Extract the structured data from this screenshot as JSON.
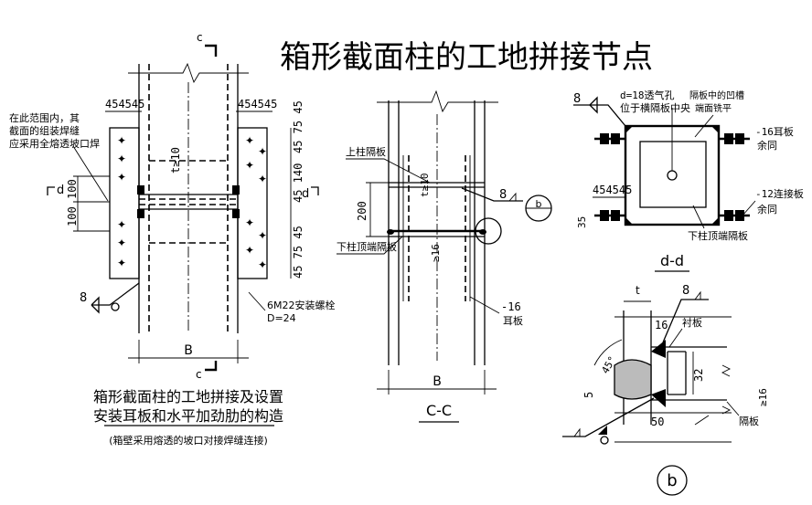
{
  "main_title": "箱形截面柱的工地拼接节点",
  "elevation": {
    "dim_plate_left": "454545",
    "dim_plate_right": "454545",
    "thickness_label": "t≥10",
    "note": [
      "在此范围内，其",
      "截面的组装焊缝",
      "应采用全熔透坡口焊"
    ],
    "dim_100_a": "100",
    "dim_100_b": "100",
    "section_d": "d",
    "section_c": "c",
    "dim_chain_top": "45 75 45",
    "dim_chain_mid": "45 140",
    "dim_chain_bottom": "45 75 45",
    "bolt_label": "6M22安装螺栓",
    "bolt_diameter": "D=24",
    "weld_size": "8",
    "dim_B": "B",
    "caption": [
      "箱形截面柱的工地拼接及设置",
      "安装耳板和水平加劲肋的构造"
    ],
    "caption_note": "(箱壁采用熔透的坡口对接焊缝连接)"
  },
  "section_cc": {
    "upper_diaphragm": "上柱隔板",
    "lower_diaphragm": "下柱顶端隔板",
    "dim_200": "200",
    "thickness_label": "t≥10",
    "gap_label": "≥16",
    "weld_size": "8",
    "detail_ref": "b",
    "ear_plate_thickness": "-16",
    "ear_plate_label": "耳板",
    "dim_B": "B",
    "title": "C-C"
  },
  "section_dd": {
    "weld_size": "8",
    "vent_hole": "d=18透气孔",
    "vent_hole_position": "位于横隔板中央",
    "groove_label": "隔板中的凹槽",
    "groove_flush": "端面铣平",
    "ear_plate": "-16耳板",
    "same_note": "余同",
    "connector_plate": "-12连接板",
    "dim_plate": "454545",
    "dim_35": "35",
    "lower_end_diaphragm": "下柱顶端隔板",
    "title": "d-d"
  },
  "detail_b": {
    "dim_t": "t",
    "weld_size": "8",
    "dim_16": "16",
    "backing_plate": "衬板",
    "dim_32": "32",
    "angle": "45°",
    "dim_5": "5",
    "dim_50": "50",
    "dim_16_lower": "≥16",
    "diaphragm": "隔板",
    "title": "b"
  }
}
